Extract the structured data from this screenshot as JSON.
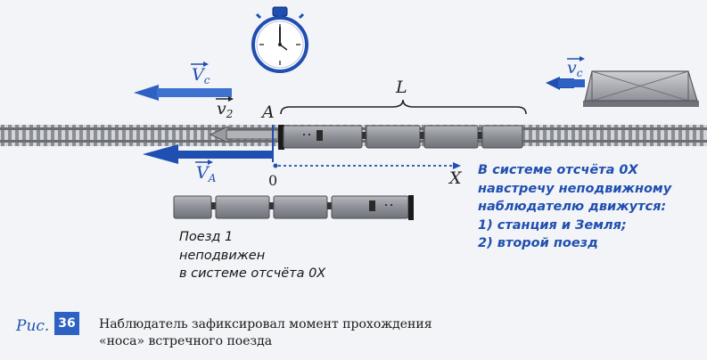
{
  "diagram": {
    "symbols": {
      "v_c_left": "V",
      "v_c_left_sub": "c",
      "v_c_right": "v",
      "v_c_right_sub": "c",
      "v2": "v",
      "v2_sub": "2",
      "v_a": "V",
      "v_a_sub": "A",
      "point_a": "A",
      "length_l": "L",
      "origin": "0",
      "axis_x": "X"
    },
    "notes_blue": [
      "В системе отсчёта 0X",
      "навстречу неподвижному",
      "наблюдателю движутся:",
      "1) станция и Земля;",
      "2) второй поезд"
    ],
    "train1_note": [
      "Поезд 1",
      "неподвижен",
      "в системе отсчёта 0X"
    ],
    "colors": {
      "blue": "#1f4fb0",
      "rail": "#8a8d94",
      "car": "#8d9097"
    }
  },
  "caption": {
    "ris": "Рис.",
    "number": "36",
    "text_line1": "Наблюдатель зафиксировал момент прохождения",
    "text_line2": "«носа» встречного поезда"
  }
}
